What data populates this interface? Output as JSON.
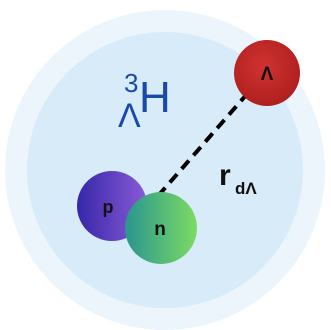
{
  "diagram": {
    "nucleus": {
      "mass_number": "3",
      "hyperon": "Λ",
      "element": "H"
    },
    "particles": {
      "lambda": {
        "label": "Λ"
      },
      "proton": {
        "label": "p"
      },
      "neutron": {
        "label": "n"
      }
    },
    "distance": {
      "symbol": "r",
      "subscript": "dΛ"
    },
    "colors": {
      "halo_outer": "#e6f3fa",
      "halo_inner": "#d6ecf8",
      "nucleus_text": "#1a4aa8",
      "lambda_fill": "#c42a28",
      "proton_fill_start": "#3a2db0",
      "proton_fill_end": "#7a4fd0",
      "neutron_fill_start": "#2a9a8a",
      "neutron_fill_end": "#6fd36a",
      "bond_line": "#000000"
    }
  }
}
